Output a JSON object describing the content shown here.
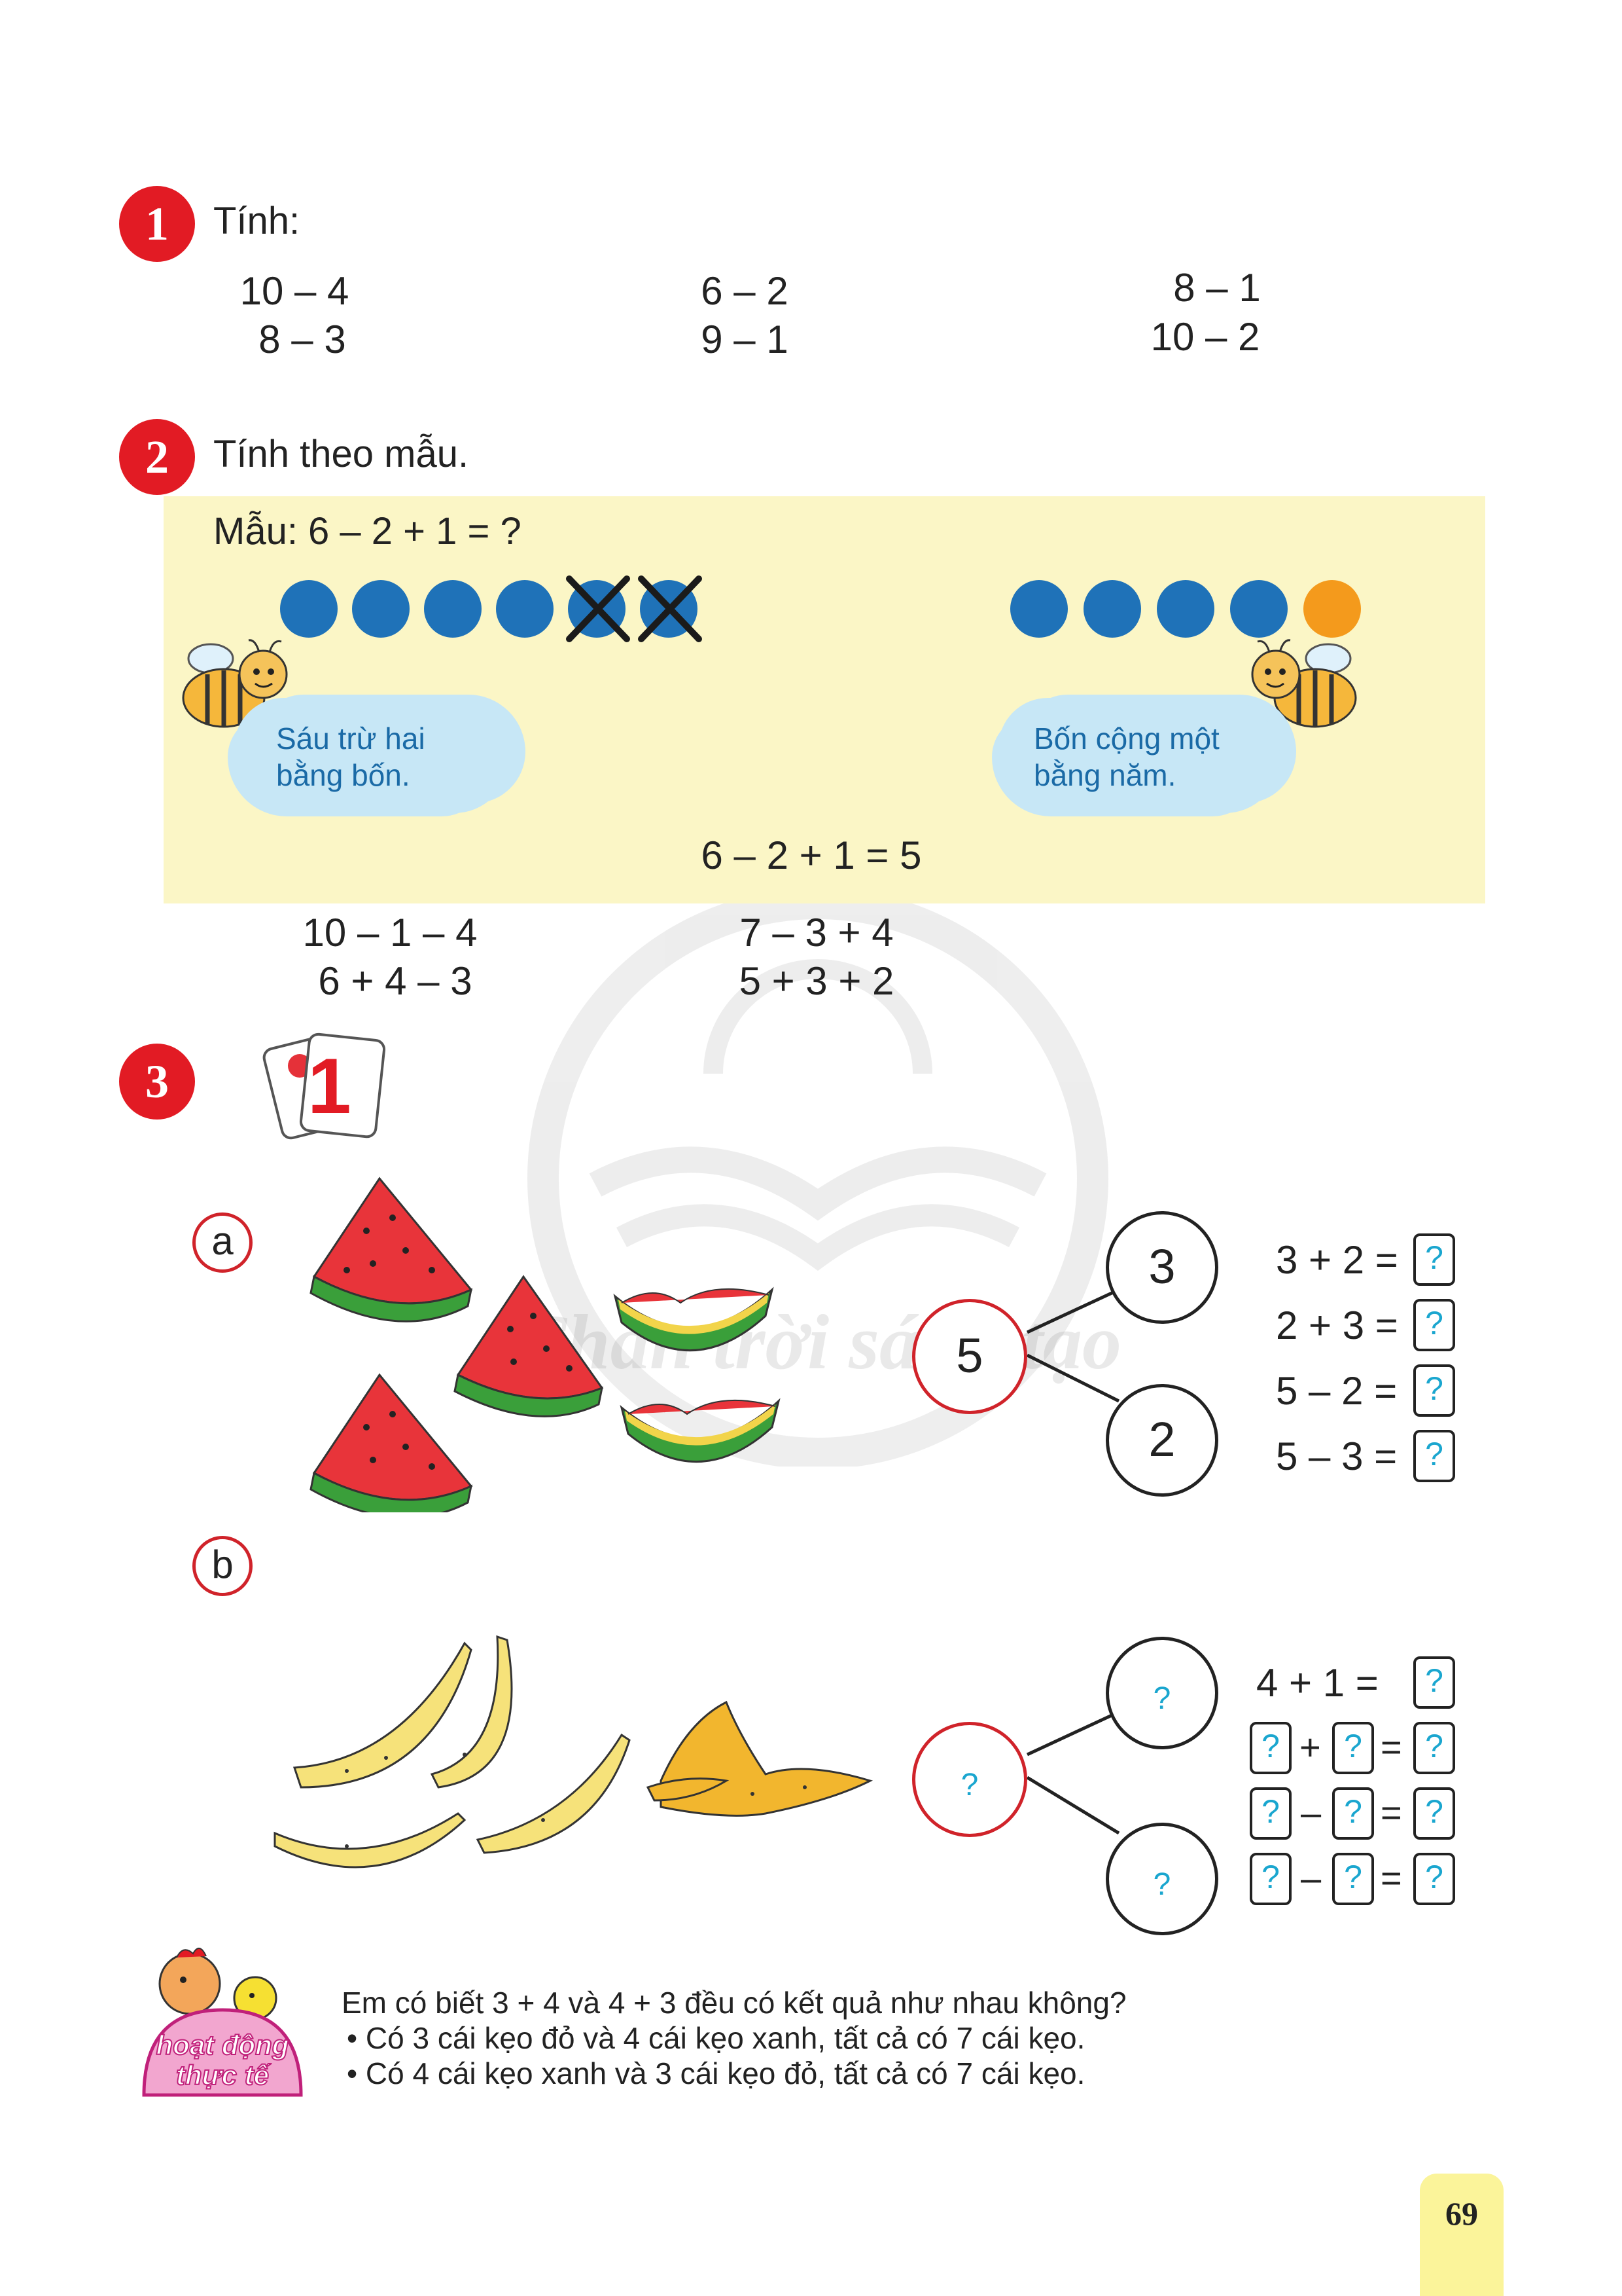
{
  "exercise1": {
    "number": "1",
    "title": "Tính:",
    "expressions": [
      "10 – 4",
      "8 – 3",
      "6 – 2",
      "9 – 1",
      "8 – 1",
      "10 – 2"
    ]
  },
  "exercise2": {
    "number": "2",
    "title": "Tính theo mẫu.",
    "sample_label": "Mẫu: 6 – 2 + 1 = ?",
    "bubble_left": [
      "Sáu trừ hai",
      "bằng bốn."
    ],
    "bubble_right": [
      "Bốn cộng một",
      "bằng năm."
    ],
    "sample_result": "6 – 2 + 1 = 5",
    "expressions": [
      "10 – 1 – 4",
      "6 + 4 – 3",
      "7 – 3 + 4",
      "5 + 3 + 2"
    ]
  },
  "exercise3": {
    "number": "3",
    "card_digit": "1",
    "part_a": {
      "label": "a",
      "whole": "5",
      "part1": "3",
      "part2": "2",
      "equations": [
        "3 + 2 =",
        "2 + 3 =",
        "5 – 2 =",
        "5 – 3 ="
      ],
      "answer_placeholder": "?"
    },
    "part_b": {
      "label": "b",
      "whole": "?",
      "part1": "?",
      "part2": "?",
      "first_equation": "4 + 1  =",
      "operators": [
        "+",
        "–",
        "–"
      ],
      "equals": "=",
      "answer_placeholder": "?"
    }
  },
  "activity": {
    "badge_text": [
      "hoạt động",
      "thực tế"
    ],
    "question": "Em có biết 3 + 4 và 4 + 3 đều có kết quả như nhau không?",
    "bullets": [
      "• Có 3 cái kẹo đỏ và 4 cái kẹo xanh, tất cả có 7 cái kẹo.",
      "• Có 4 cái kẹo xanh và 3 cái kẹo đỏ, tất cả có 7 cái kẹo."
    ]
  },
  "watermark_text": "Chân trời sáng tạo",
  "page_number": "69",
  "colors": {
    "badge_red": "#e21b24",
    "dot_blue": "#1f72b8",
    "dot_orange": "#f49a1c",
    "sample_bg": "#fbf6c6",
    "bubble": "#c7e7f6",
    "question_mark": "#1aa6cf"
  }
}
